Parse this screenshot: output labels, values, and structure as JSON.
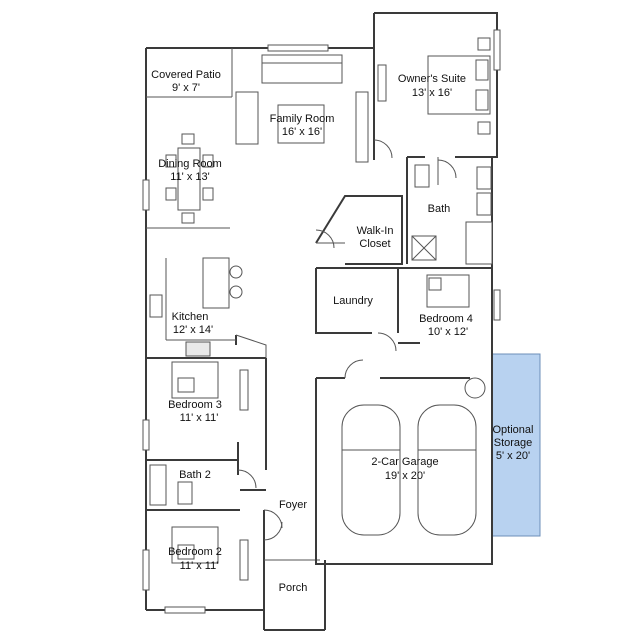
{
  "rooms": {
    "covered_patio": {
      "name": "Covered Patio",
      "dim": "9' x 7'"
    },
    "family_room": {
      "name": "Family Room",
      "dim": "16' x 16'"
    },
    "owners_suite": {
      "name": "Owner's Suite",
      "dim": "13' x 16'"
    },
    "dining_room": {
      "name": "Dining Room",
      "dim": "11' x 13'"
    },
    "bath": {
      "name": "Bath"
    },
    "walk_in_closet": {
      "name_line1": "Walk-In",
      "name_line2": "Closet"
    },
    "laundry": {
      "name": "Laundry"
    },
    "kitchen": {
      "name": "Kitchen",
      "dim": "12' x 14'"
    },
    "bedroom_4": {
      "name": "Bedroom 4",
      "dim": "10' x 12'"
    },
    "bedroom_3": {
      "name": "Bedroom 3",
      "dim": "11' x 11'"
    },
    "optional_storage": {
      "name_line1": "Optional",
      "name_line2": "Storage",
      "dim": "5' x 20'"
    },
    "garage": {
      "name": "2-Car Garage",
      "dim": "19' x 20'"
    },
    "bath_2": {
      "name": "Bath 2"
    },
    "foyer": {
      "name": "Foyer"
    },
    "bedroom_2": {
      "name": "Bedroom 2",
      "dim": "11' x 11'"
    },
    "porch": {
      "name": "Porch"
    }
  },
  "colors": {
    "walls": "#3a3a3a",
    "optional_storage_fill": "#b8d2f0",
    "optional_storage_stroke": "#6c8fb8"
  }
}
